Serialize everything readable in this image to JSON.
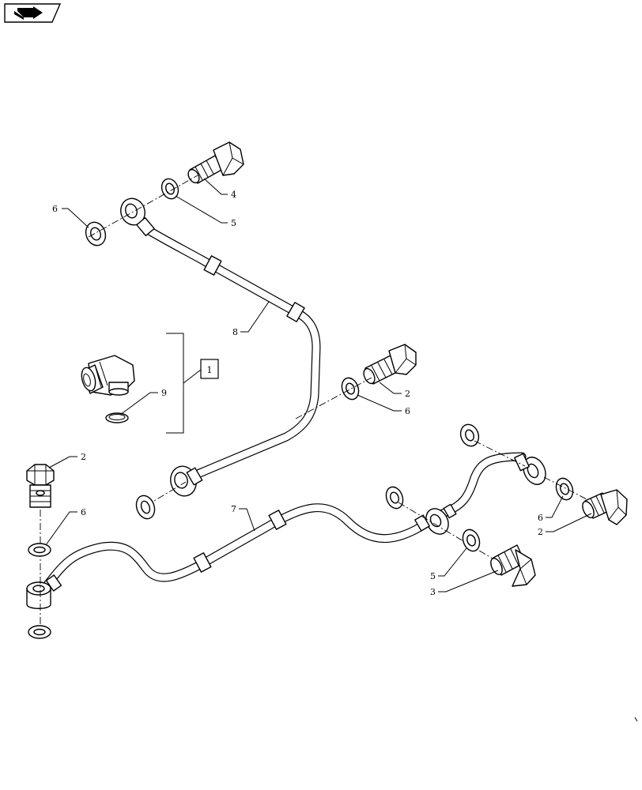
{
  "diagram": {
    "nav_icon": "forward-arrow-icon",
    "kit_box_label": "1",
    "callouts": {
      "c4": "4",
      "c5_top": "5",
      "c6_top": "6",
      "c8": "8",
      "c9": "9",
      "c2_mid": "2",
      "c6_mid": "6",
      "c2_left": "2",
      "c6_left": "6",
      "c7": "7",
      "c6_right": "6",
      "c2_right": "2",
      "c5_low": "5",
      "c3": "3"
    }
  }
}
